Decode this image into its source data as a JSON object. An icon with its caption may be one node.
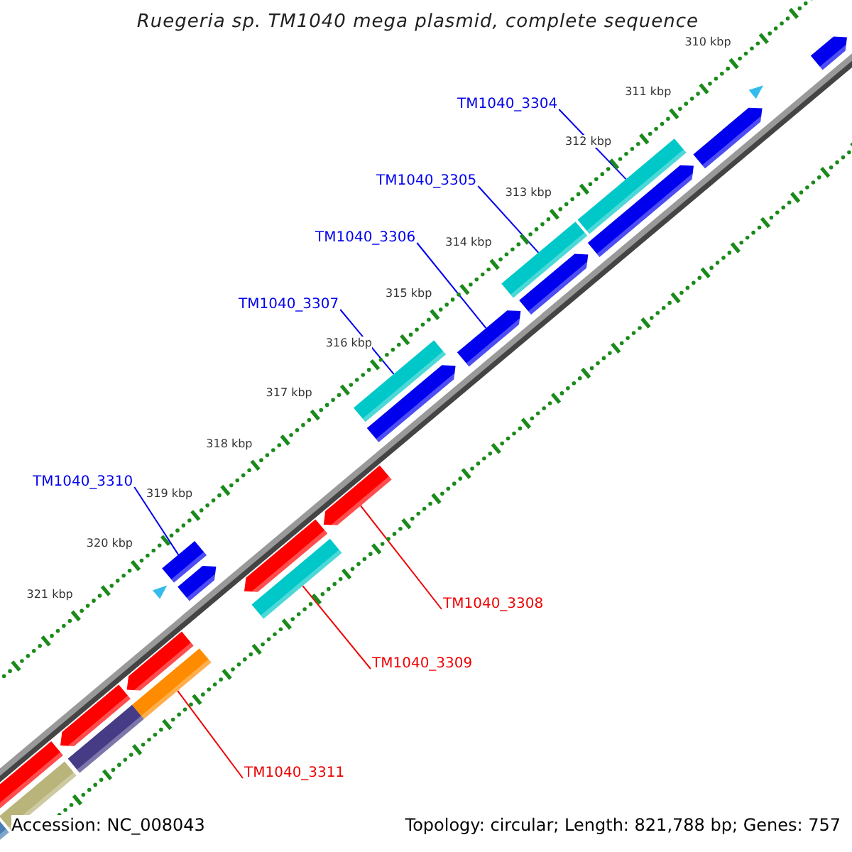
{
  "diagram": {
    "title": "Ruegeria sp. TM1040 mega plasmid, complete sequence",
    "nodes": [
      {
        "text": [
          "TM1040_3304"
        ]
      },
      {
        "text": [],
        "shape": "bar"
      },
      {
        "text": [
          "TM1040_3305"
        ]
      },
      {
        "text": [],
        "shape": "bar"
      },
      {
        "text": [
          "TM1040_3306"
        ]
      },
      {
        "text": [],
        "shape": "arrow"
      },
      {
        "text": [
          "TM1040_3307"
        ]
      },
      {
        "text": [],
        "shape": "bar"
      },
      {
        "text": [
          "TM1040_3310"
        ]
      },
      {
        "text": [],
        "shape": "bar"
      },
      {
        "text": [
          "TM1040_3308"
        ]
      },
      {
        "text": [],
        "shape": "arrow"
      },
      {
        "text": [
          "TM1040_3309"
        ]
      },
      {
        "text": [],
        "shape": "bar"
      },
      {
        "text": [
          "TM1040_3311"
        ]
      },
      {
        "text": [],
        "shape": "bar"
      },
      {
        "text": [],
        "shape": "arrow"
      },
      {
        "text": [],
        "shape": "triangle"
      },
      {
        "text": [],
        "shape": "arrow"
      },
      {
        "text": [],
        "shape": "arrow"
      },
      {
        "text": [],
        "shape": "arrow"
      },
      {
        "text": [],
        "shape": "arrow"
      },
      {
        "text": [],
        "shape": "arrow"
      },
      {
        "text": [],
        "shape": "triangle"
      },
      {
        "text": [],
        "shape": "arrow"
      },
      {
        "text": [],
        "shape": "arrow"
      },
      {
        "text": [],
        "shape": "bar"
      },
      {
        "text": [],
        "shape": "arrow"
      },
      {
        "text": [],
        "shape": "bar"
      },
      {
        "text": [],
        "shape": "arrow"
      },
      {
        "text": [],
        "shape": "bar"
      }
    ],
    "edges": [
      {
        "from": 0,
        "to": 1,
        "arrow": "none"
      },
      {
        "from": 2,
        "to": 3,
        "arrow": "none"
      },
      {
        "from": 4,
        "to": 5,
        "arrow": "none"
      },
      {
        "from": 6,
        "to": 7,
        "arrow": "none"
      },
      {
        "from": 8,
        "to": 9,
        "arrow": "none"
      },
      {
        "from": 10,
        "to": 11,
        "arrow": "none",
        "color": "#ee0000"
      },
      {
        "from": 12,
        "to": 13,
        "arrow": "none",
        "color": "#ee0000"
      },
      {
        "from": 14,
        "to": 15,
        "arrow": "none",
        "color": "#ee0000"
      }
    ],
    "labels": [
      "310 kbp",
      "311 kbp",
      "312 kbp",
      "313 kbp",
      "314 kbp",
      "315 kbp",
      "316 kbp",
      "317 kbp",
      "318 kbp",
      "319 kbp",
      "320 kbp",
      "321 kbp",
      "Accession: NC_008043",
      "Topology: circular; Length: 821,788 bp; Genes: 757"
    ]
  }
}
